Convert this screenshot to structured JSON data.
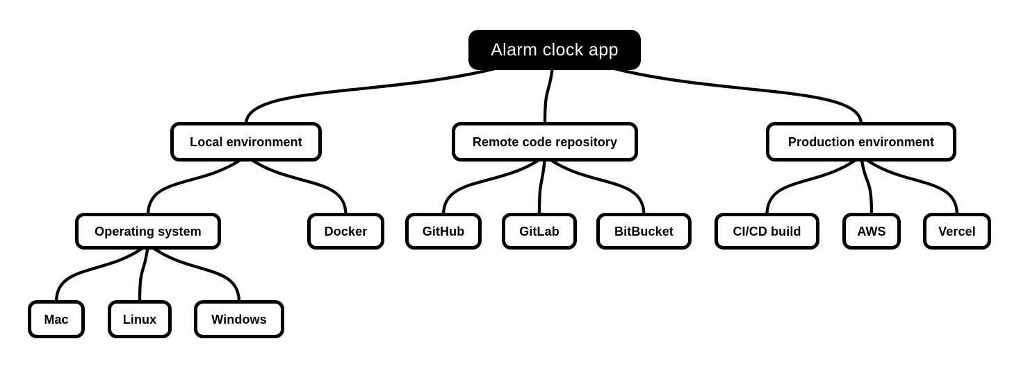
{
  "diagram": {
    "type": "mindmap",
    "colors": {
      "background": "#ffffff",
      "line": "#000000",
      "node_border": "#000000",
      "node_bg": "#ffffff",
      "node_text": "#000000",
      "root_bg": "#000000",
      "root_text": "#ffffff"
    },
    "nodes": {
      "root": {
        "label": "Alarm clock app",
        "children": [
          "local_env",
          "remote_repo",
          "prod_env"
        ]
      },
      "local_env": {
        "label": "Local environment",
        "children": [
          "operating_system",
          "docker"
        ]
      },
      "remote_repo": {
        "label": "Remote code repository",
        "children": [
          "github",
          "gitlab",
          "bitbucket"
        ]
      },
      "prod_env": {
        "label": "Production environment",
        "children": [
          "cicd_build",
          "aws",
          "vercel"
        ]
      },
      "operating_system": {
        "label": "Operating system",
        "children": [
          "mac",
          "linux",
          "windows"
        ]
      },
      "docker": {
        "label": "Docker",
        "children": []
      },
      "github": {
        "label": "GitHub",
        "children": []
      },
      "gitlab": {
        "label": "GitLab",
        "children": []
      },
      "bitbucket": {
        "label": "BitBucket",
        "children": []
      },
      "cicd_build": {
        "label": "CI/CD build",
        "children": []
      },
      "aws": {
        "label": "AWS",
        "children": []
      },
      "vercel": {
        "label": "Vercel",
        "children": []
      },
      "mac": {
        "label": "Mac",
        "children": []
      },
      "linux": {
        "label": "Linux",
        "children": []
      },
      "windows": {
        "label": "Windows",
        "children": []
      }
    }
  }
}
